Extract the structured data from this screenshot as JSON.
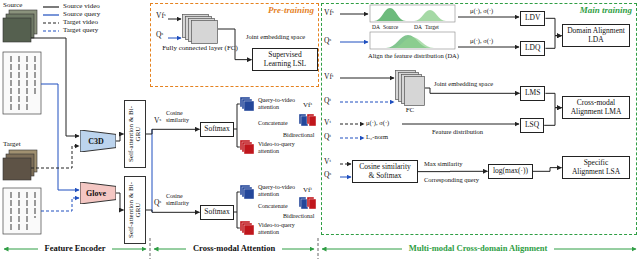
{
  "diagram": {
    "nodes": [
      {
        "text": [
          "C3D"
        ]
      },
      {
        "text": [
          "Glove"
        ]
      },
      {
        "text": [
          "Self-attention & Bi-GRU"
        ]
      },
      {
        "text": [
          "Self-attention & Bi-GRU"
        ]
      },
      {
        "text": [
          "Pre-training"
        ]
      },
      {
        "text": [
          "Fully connected layer (FC)"
        ],
        "in": 4
      },
      {
        "text": [
          "Supervised Learning LSL"
        ],
        "in": 4
      },
      {
        "text": [
          "Softmax"
        ]
      },
      {
        "text": [
          "Softmax"
        ]
      },
      {
        "text": [
          "Main training"
        ]
      },
      {
        "text": [
          "LDV"
        ],
        "in": 9
      },
      {
        "text": [
          "LDQ"
        ],
        "in": 9
      },
      {
        "text": [
          "Domain Alignment LDA"
        ],
        "in": 9
      },
      {
        "text": [
          "FC"
        ],
        "in": 9
      },
      {
        "text": [
          "LMS"
        ],
        "in": 9
      },
      {
        "text": [
          "LSQ"
        ],
        "in": 9
      },
      {
        "text": [
          "Cross-modal Alignment LMA"
        ],
        "in": 9
      },
      {
        "text": [
          "Cosine similarity & Softmax"
        ],
        "in": 9
      },
      {
        "text": [
          "log(max(·))"
        ],
        "in": 9
      },
      {
        "text": [
          "Specific Alignment LSA"
        ],
        "in": 9
      }
    ],
    "edges": [
      {
        "from": 0,
        "to": 2,
        "arrow": "to"
      },
      {
        "from": 1,
        "to": 3,
        "arrow": "to"
      },
      {
        "from": 2,
        "to": 7,
        "arrow": "to"
      },
      {
        "from": 3,
        "to": 8,
        "arrow": "to"
      },
      {
        "from": 5,
        "to": 6,
        "arrow": "to"
      },
      {
        "from": 10,
        "to": 12,
        "arrow": "to"
      },
      {
        "from": 11,
        "to": 12,
        "arrow": "to"
      },
      {
        "from": 13,
        "to": 14,
        "arrow": "to"
      },
      {
        "from": 14,
        "to": 16,
        "arrow": "to"
      },
      {
        "from": 15,
        "to": 16,
        "arrow": "to"
      },
      {
        "from": 17,
        "to": 18,
        "arrow": "to"
      },
      {
        "from": 18,
        "to": 19,
        "arrow": "to"
      }
    ],
    "labels": [
      "Source",
      "Target",
      "Vˢ",
      "Qˢ",
      "Vfˢ",
      "Qˢ",
      "Joint embedding space",
      "Cosine similarity",
      "Query-to-video attention",
      "Video-to-query attention",
      "Concatenate",
      "Bidirectional",
      "Vfˢ",
      "Cosine similarity",
      "Query-to-video attention",
      "Video-to-query attention",
      "Concatenate",
      "Bidirectional",
      "Vfᵗ",
      "Vfˢ",
      "Qˢ",
      "DA",
      "Source",
      "DA",
      "Target",
      "Align the feature distribution (DA)",
      "μ(·), σ(·)",
      "μ(·), σ(·)",
      "Vfᵗ",
      "Qᵗ",
      "Joint embedding space",
      "Vᵗ",
      "Qᵗ",
      "μ(·), σ(·)",
      "L₂-norm",
      "Feature distribution",
      "Vᵗ",
      "Qˢ",
      "Max similarity",
      "Corresponding query",
      "Feature Encoder",
      "Cross-modal Attention",
      "Multi-modal Cross-domain Alignment"
    ],
    "legend": [
      {
        "text": "Source video"
      },
      {
        "text": "Source query"
      },
      {
        "text": "Target video"
      },
      {
        "text": "Target query"
      }
    ]
  }
}
